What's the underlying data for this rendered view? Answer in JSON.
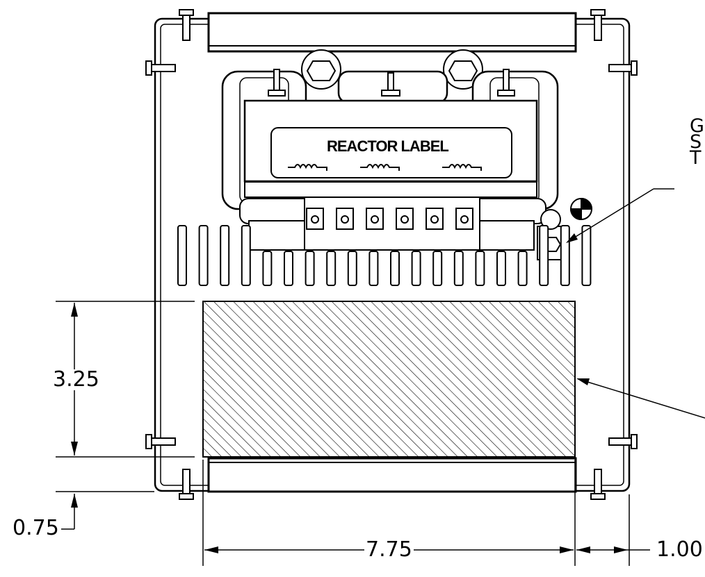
{
  "drawing": {
    "reactor_label": "REACTOR LABEL",
    "dimensions": {
      "height_clearance": "3.25",
      "bottom_offset": "0.75",
      "width_clearance": "7.75",
      "side_offset": "1.00"
    },
    "callout_fragment": [
      "G",
      "S",
      "T"
    ],
    "terminal_count": 6,
    "vent_slot_count": 20
  }
}
